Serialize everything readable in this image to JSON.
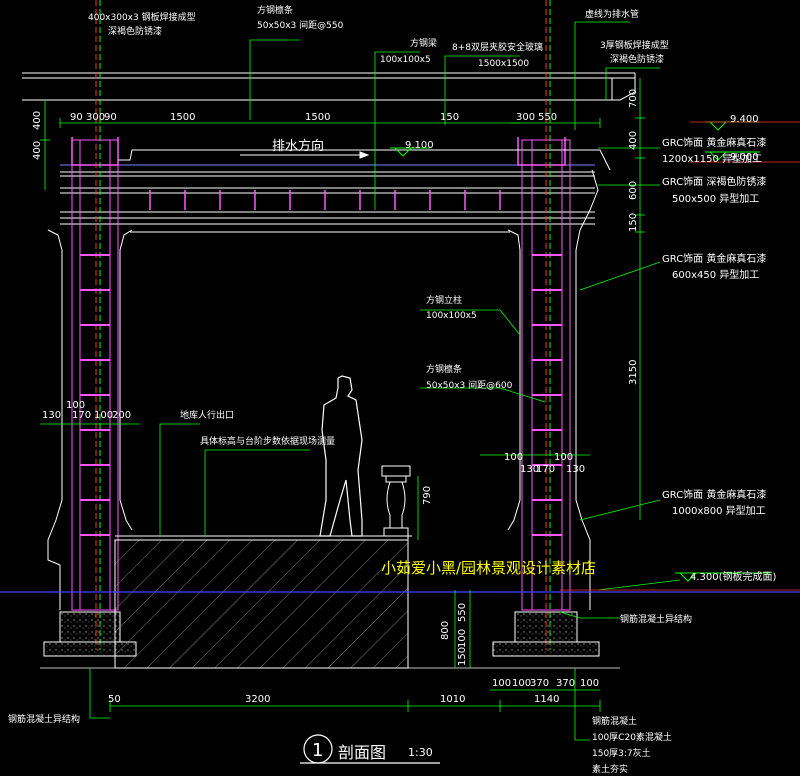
{
  "colors": {
    "background": "#000000",
    "structure": "#ffffff",
    "column_steel": "#ff55ff",
    "dimension": "#00ff00",
    "callout": "#ffff00",
    "grc": "#8080ff",
    "ground": "#4040ff",
    "red_line": "#ff3030",
    "watermark": "#ffff00"
  },
  "top_labels": {
    "tl1": "400x300x3 钢板焊接成型",
    "tl2": "深褐色防锈漆",
    "tl3": "方钢檩条",
    "tl4": "50x50x3 间距@550",
    "tl5": "方钢梁",
    "tl6": "100x100x5",
    "tl7": "8+8双层夹胶安全玻璃",
    "tl8": "1500x1500",
    "tl9": "虚线为排水管",
    "tl10": "3厚钢板焊接成型",
    "tl11": "深褐色防锈漆"
  },
  "top_dims": [
    "90",
    "300",
    "90",
    "1500",
    "1500",
    "150",
    "300",
    "550"
  ],
  "left_dims": [
    "400",
    "400"
  ],
  "left_col_dims": [
    "130",
    "100",
    "170",
    "100",
    "200"
  ],
  "drainage_label": "排水方向",
  "elevations": {
    "e1": "9.400",
    "e2": "9.000",
    "e3": "9.100",
    "e4": "4.300(钢板完成面)"
  },
  "right_dims": [
    "700",
    "400",
    "600",
    "150",
    "3150"
  ],
  "right_labels": {
    "g1a": "GRC饰面  黄金麻真石漆",
    "g1b": "1200x1150  异型加工",
    "g2a": "GRC饰面  深褐色防锈漆",
    "g2b": "500x500  异型加工",
    "g3a": "GRC饰面  黄金麻真石漆",
    "g3b": "600x450  异型加工",
    "g4a": "GRC饰面  黄金麻真石漆",
    "g4b": "1000x800  异型加工"
  },
  "mid_labels": {
    "m1": "方钢立柱",
    "m2": "100x100x5",
    "m3": "方钢檩条",
    "m4": "50x50x3  间距@600",
    "m5": "地库人行出口",
    "m6": "具体标高与台阶步数依据现场测量"
  },
  "right_col_dims": [
    "100",
    "130",
    "170",
    "100",
    "130"
  ],
  "podium_dims": [
    "790"
  ],
  "lower_dims": [
    "800",
    "550",
    "100",
    "150"
  ],
  "bottom_dims": [
    "50",
    "3200",
    "1010",
    "1140"
  ],
  "footing_dims": [
    "100",
    "100",
    "370",
    "370",
    "100"
  ],
  "bottom_left_label": "钢筋混凝土异结构",
  "footing_label": "钢筋混凝土异结构",
  "bottom_right_labels": {
    "b1": "钢筋混凝土",
    "b2": "100厚C20素混凝土",
    "b3": "150厚3:7灰土",
    "b4": "素土夯实"
  },
  "title": {
    "number": "1",
    "name": "剖面图",
    "scale": "1:30"
  },
  "watermark": "小茹爱小黑/园林景观设计素材店"
}
